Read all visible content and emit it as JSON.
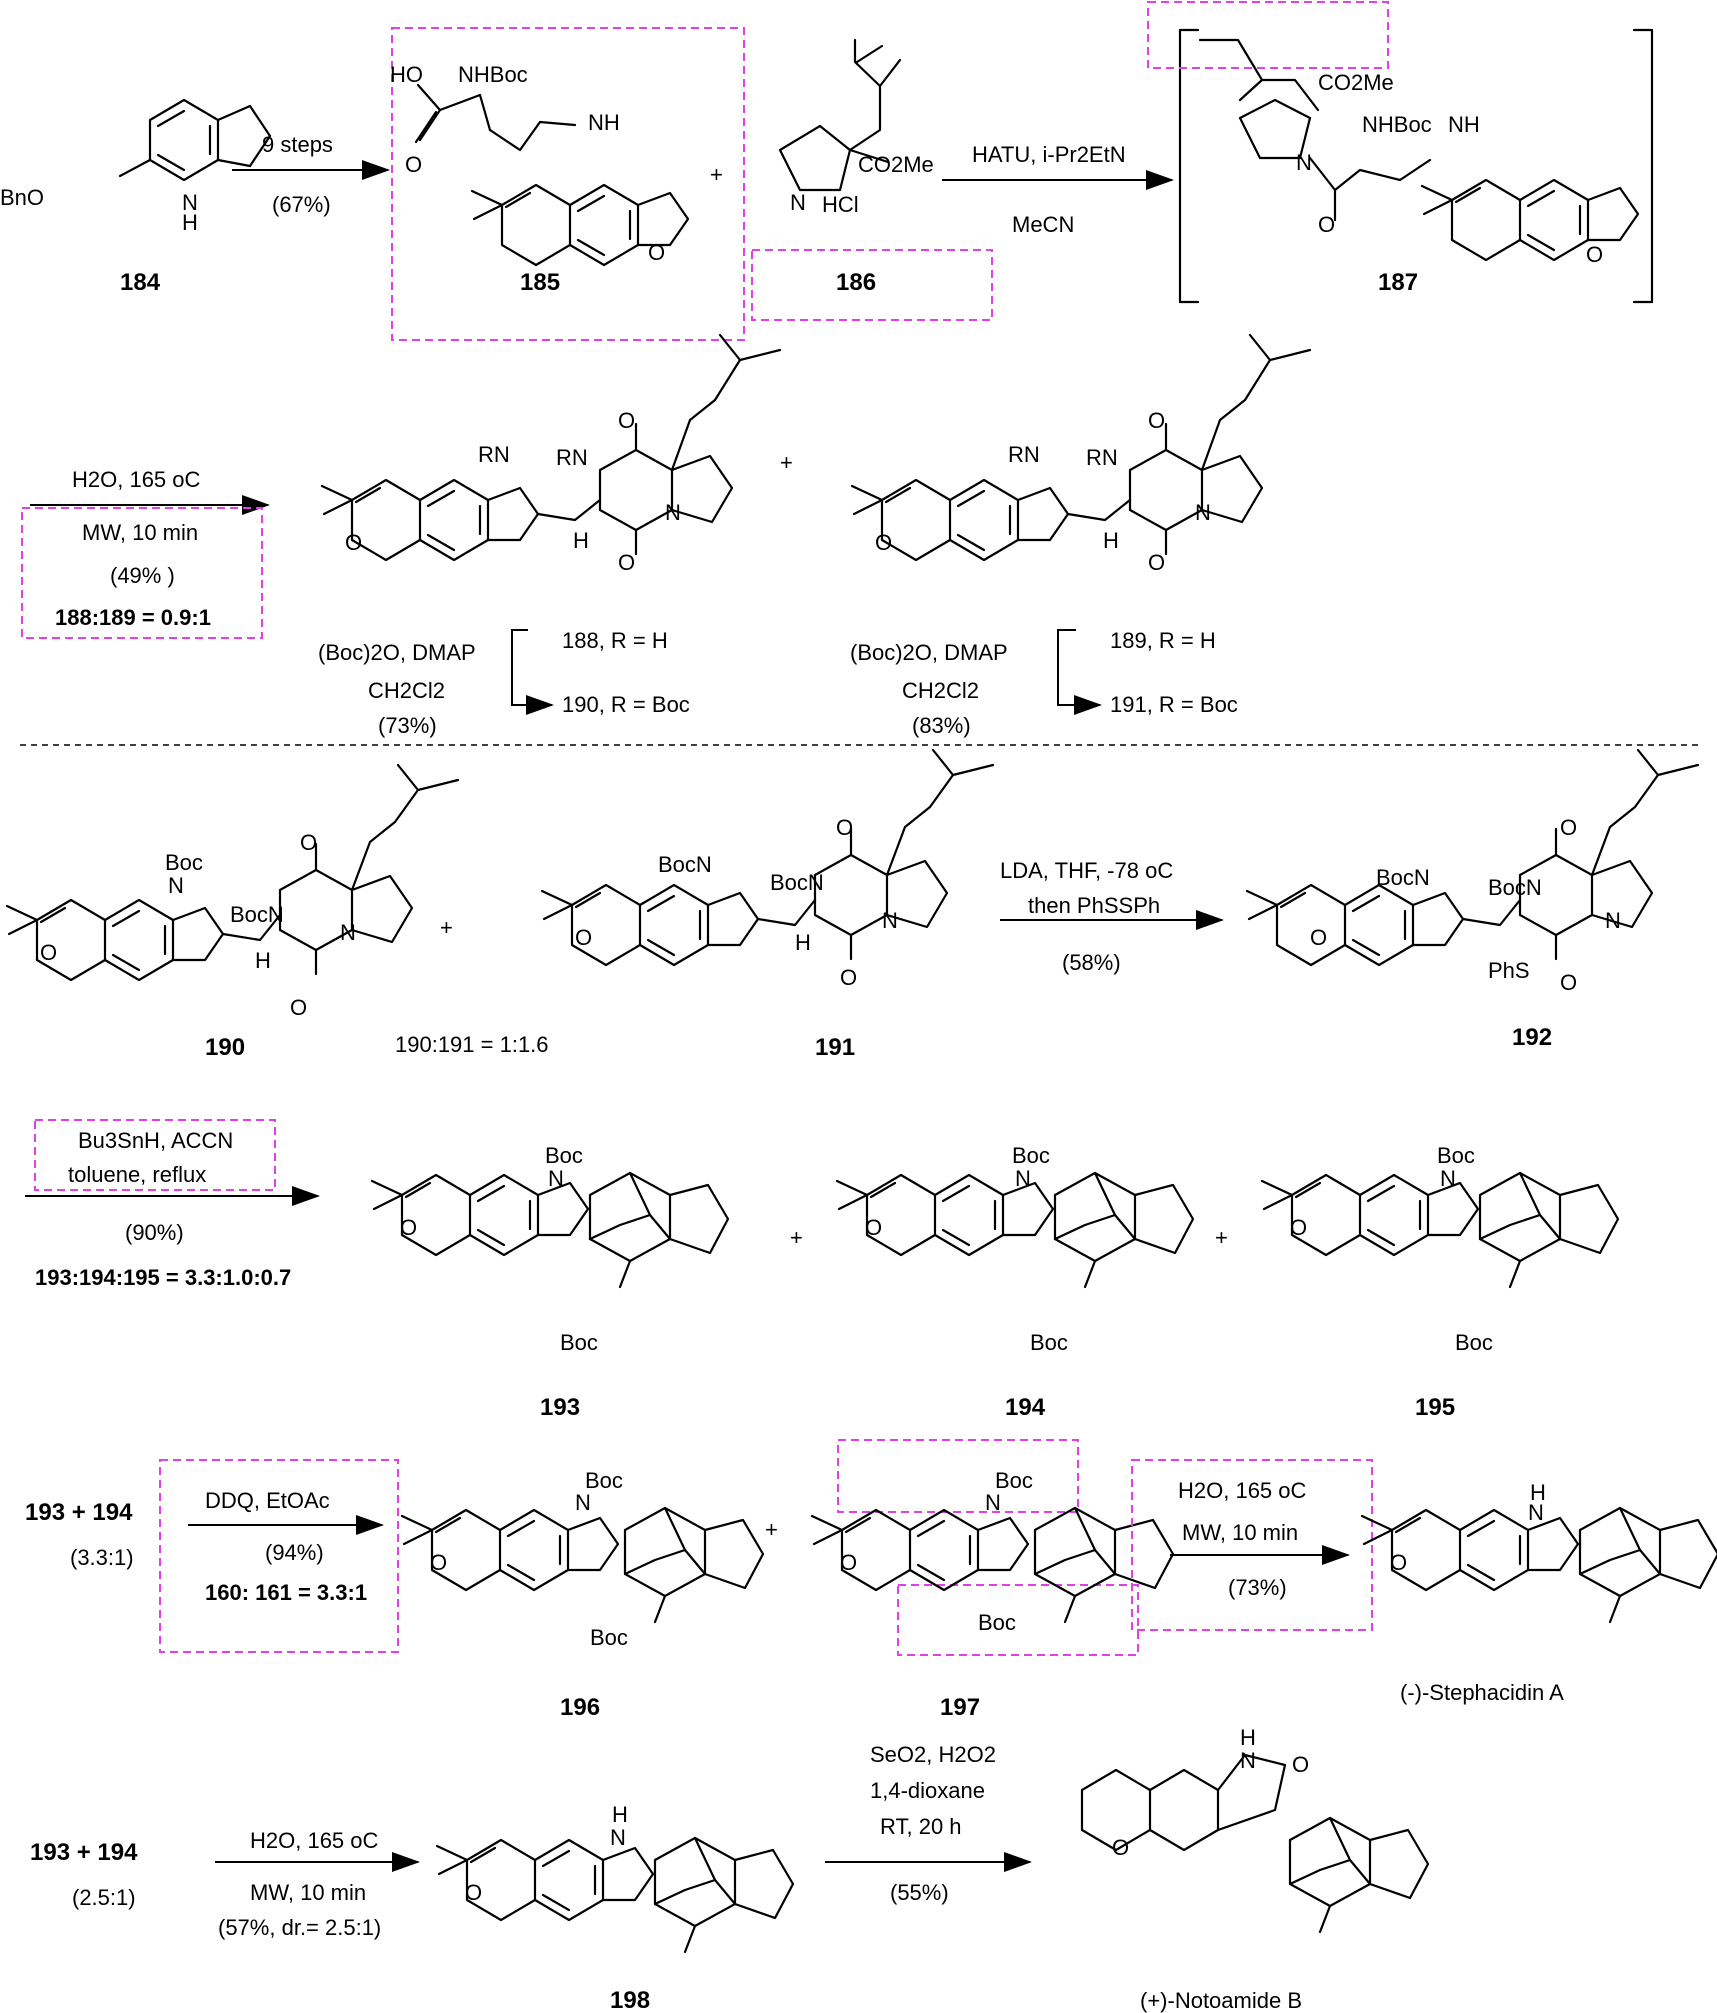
{
  "compounds": {
    "c184": "184",
    "c185": "185",
    "c186": "186",
    "c187": "187",
    "c190": "190",
    "c191": "191",
    "c192": "192",
    "c193": "193",
    "c194": "194",
    "c195": "195",
    "c196": "196",
    "c197": "197",
    "c198": "198",
    "stephacidin": "(-)-Stephacidin A",
    "notoamide": "(+)-Notoamide B"
  },
  "atoms": {
    "bno": "BnO",
    "nh": "NH",
    "h": "H",
    "ho": "HO",
    "nhboc": "NHBoc",
    "o": "O",
    "n": "N",
    "co2me": "CO2Me",
    "hcl": "HCl",
    "rn": "RN",
    "boc": "Boc",
    "bocn": "BocN",
    "phs": "PhS",
    "plus": "+"
  },
  "step1": {
    "reagent": "9 steps",
    "yield": "(67%)"
  },
  "step2": {
    "reagent": "HATU, i-Pr2EtN",
    "solvent": "MeCN"
  },
  "step3": {
    "line1": "H2O, 165 oC",
    "line2": "MW, 10 min",
    "yield": "(49% )",
    "ratio": "188:189 = 0.9:1"
  },
  "boc188": {
    "line1": "(Boc)2O, DMAP",
    "line2": "CH2Cl2",
    "yield": "(73%)",
    "top": "188, R = H",
    "bottom": "190, R = Boc"
  },
  "boc189": {
    "line1": "(Boc)2O, DMAP",
    "line2": "CH2Cl2",
    "yield": "(83%)",
    "top": "189, R = H",
    "bottom": "191, R = Boc"
  },
  "ratio190": "190:191 = 1:1.6",
  "step4": {
    "line1": "LDA, THF, -78 oC",
    "line2": "then PhSSPh",
    "yield": "(58%)"
  },
  "step5": {
    "line1": "Bu3SnH, ACCN",
    "line2": "toluene, reflux",
    "yield": "(90%)",
    "ratio": "193:194:195 = 3.3:1.0:0.7"
  },
  "step6": {
    "start": "193 + 194",
    "ratio_start": "(3.3:1)",
    "line1": "DDQ, EtOAc",
    "yield": "(94%)",
    "ratio": "160: 161 = 3.3:1"
  },
  "step7": {
    "line1": "H2O, 165 oC",
    "line2": "MW, 10 min",
    "yield": "(73%)"
  },
  "step8": {
    "start": "193 + 194",
    "ratio_start": "(2.5:1)",
    "line1": "H2O, 165 oC",
    "line2": "MW, 10 min",
    "yield": "(57%, dr.= 2.5:1)"
  },
  "step9": {
    "line1": "SeO2, H2O2",
    "line2": "1,4-dioxane",
    "line3": "RT, 20 h",
    "yield": "(55%)"
  }
}
